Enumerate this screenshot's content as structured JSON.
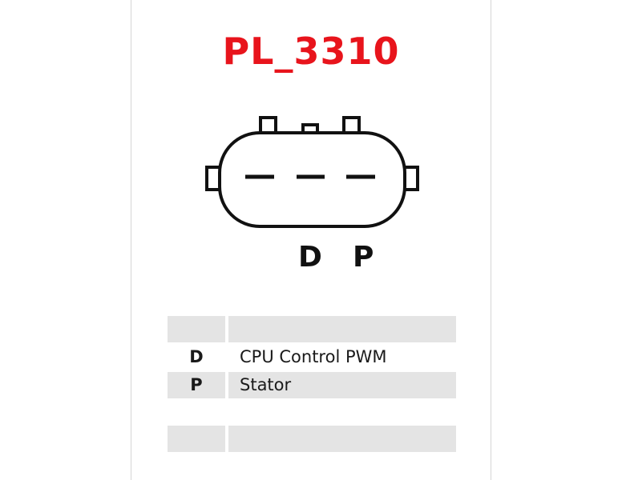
{
  "part_code": "PL_3310",
  "connector": {
    "pin_labels": [
      "D",
      "P"
    ]
  },
  "pin_table": {
    "rows": [
      {
        "pin": "",
        "description": "",
        "shaded": true
      },
      {
        "pin": "D",
        "description": "CPU Control PWM",
        "shaded": false
      },
      {
        "pin": "P",
        "description": "Stator",
        "shaded": true
      },
      {
        "pin": "",
        "description": "",
        "shaded": false
      },
      {
        "pin": "",
        "description": "",
        "shaded": true
      }
    ]
  },
  "colors": {
    "part_code": "#e8141c",
    "table_shade": "#e4e4e4",
    "outline": "#111111"
  }
}
